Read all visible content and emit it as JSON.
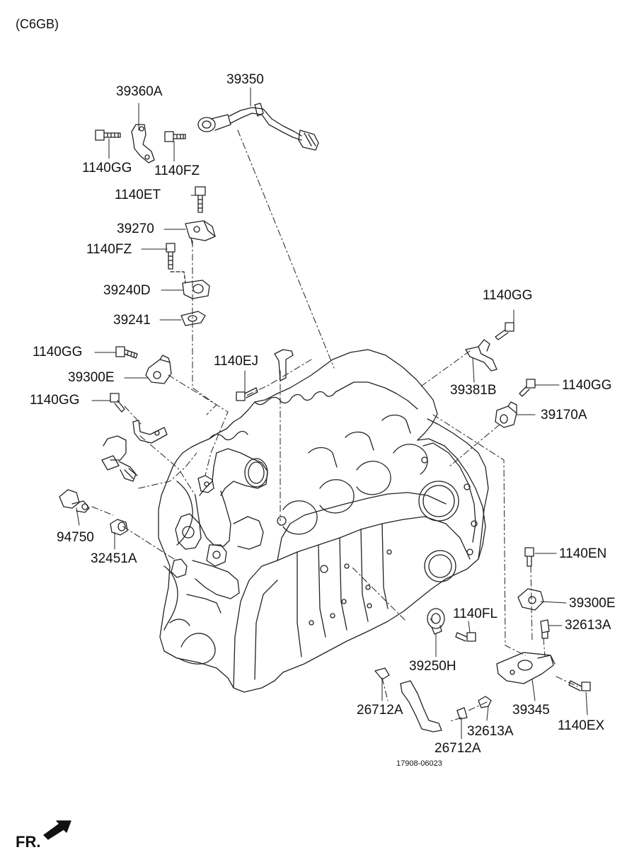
{
  "header": {
    "engine_code": "(C6GB)"
  },
  "footer": {
    "drawing_number": "17908-06023",
    "front_marker": "FR."
  },
  "parts": [
    {
      "id": "p-39360a",
      "number": "39360A"
    },
    {
      "id": "p-39350",
      "number": "39350"
    },
    {
      "id": "p-1140gg-a",
      "number": "1140GG"
    },
    {
      "id": "p-1140fz-a",
      "number": "1140FZ"
    },
    {
      "id": "p-1140et",
      "number": "1140ET"
    },
    {
      "id": "p-39270",
      "number": "39270"
    },
    {
      "id": "p-1140fz-b",
      "number": "1140FZ"
    },
    {
      "id": "p-39240d",
      "number": "39240D"
    },
    {
      "id": "p-39241",
      "number": "39241"
    },
    {
      "id": "p-1140gg-b",
      "number": "1140GG"
    },
    {
      "id": "p-1140gg-c",
      "number": "1140GG"
    },
    {
      "id": "p-39300e-a",
      "number": "39300E"
    },
    {
      "id": "p-1140ej",
      "number": "1140EJ"
    },
    {
      "id": "p-39381b",
      "number": "39381B"
    },
    {
      "id": "p-1140gg-d",
      "number": "1140GG"
    },
    {
      "id": "p-1140gg-e",
      "number": "1140GG"
    },
    {
      "id": "p-39170a",
      "number": "39170A"
    },
    {
      "id": "p-94750",
      "number": "94750"
    },
    {
      "id": "p-32451a",
      "number": "32451A"
    },
    {
      "id": "p-1140en",
      "number": "1140EN"
    },
    {
      "id": "p-39300e-b",
      "number": "39300E"
    },
    {
      "id": "p-32613a-a",
      "number": "32613A"
    },
    {
      "id": "p-1140fl",
      "number": "1140FL"
    },
    {
      "id": "p-39250h",
      "number": "39250H"
    },
    {
      "id": "p-26712a-a",
      "number": "26712A"
    },
    {
      "id": "p-39345",
      "number": "39345"
    },
    {
      "id": "p-32613a-b",
      "number": "32613A"
    },
    {
      "id": "p-1140ex",
      "number": "1140EX"
    },
    {
      "id": "p-26712a-b",
      "number": "26712A"
    }
  ]
}
